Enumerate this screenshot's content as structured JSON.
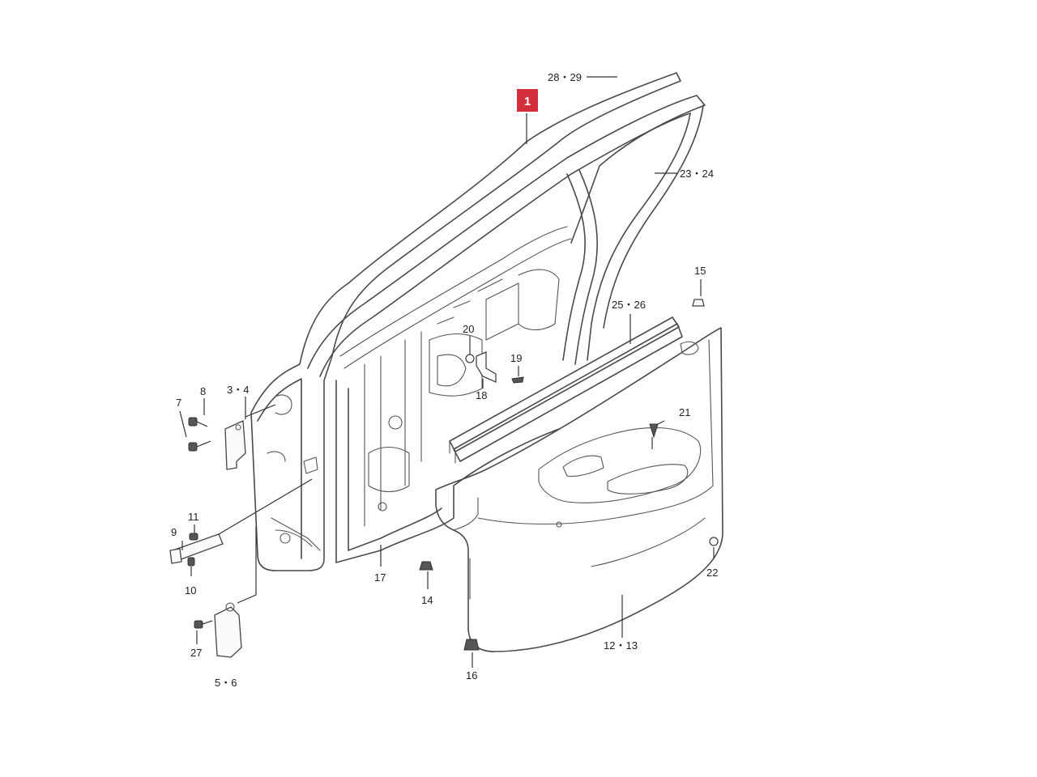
{
  "badge": {
    "label": "1",
    "color": "#d32f3a"
  },
  "callouts": {
    "c2829": "28・29",
    "c2324": "23・24",
    "c15": "15",
    "c2526": "25・26",
    "c20": "20",
    "c19": "19",
    "c18": "18",
    "c8": "8",
    "c34": "3・4",
    "c7": "7",
    "c21": "21",
    "c11": "11",
    "c9": "9",
    "c10": "10",
    "c17": "17",
    "c14": "14",
    "c22": "22",
    "c27": "27",
    "c56": "5・6",
    "c1213": "12・13",
    "c16": "16"
  }
}
